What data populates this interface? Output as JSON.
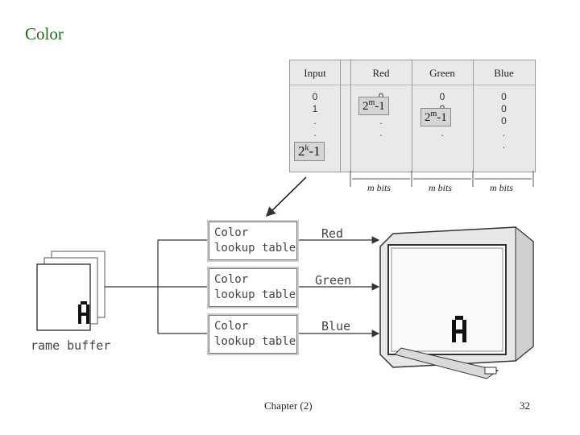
{
  "slide": {
    "title": "Color",
    "footer_center": "Chapter (2)",
    "page_number": "32"
  },
  "table": {
    "columns": [
      {
        "header": "Input",
        "values": [
          "0",
          "1",
          ".",
          "."
        ]
      },
      {
        "header": "Red",
        "values": [
          "0",
          "0",
          ".",
          "."
        ]
      },
      {
        "header": "Green",
        "values": [
          "0",
          "0",
          ".",
          "."
        ]
      },
      {
        "header": "Blue",
        "values": [
          "0",
          "0",
          "0",
          ".",
          "."
        ]
      }
    ],
    "bit_labels": [
      "m bits",
      "m bits",
      "m bits"
    ]
  },
  "callouts": {
    "red_max": {
      "base": "2",
      "exp": "m",
      "suffix": "-1"
    },
    "green_max": {
      "base": "2",
      "exp": "m",
      "suffix": "-1"
    },
    "input_max": {
      "base": "2",
      "exp": "k",
      "suffix": "-1"
    }
  },
  "diagram": {
    "lut_label_line1": "Color",
    "lut_label_line2": "lookup table",
    "channels": [
      "Red",
      "Green",
      "Blue"
    ],
    "frame_buffer_label": "rame buffer"
  }
}
